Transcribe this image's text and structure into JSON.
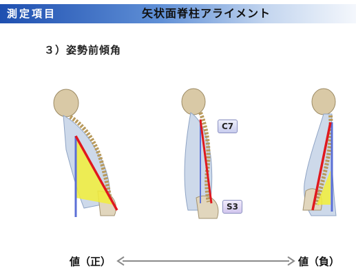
{
  "header": {
    "tag": "測定項目",
    "title": "矢状面脊柱アライメント",
    "colors": {
      "bar_start": "#1e4fb0",
      "bar_end": "#f4f7fc"
    }
  },
  "section": {
    "heading": "３）姿勢前傾角"
  },
  "figures": [
    {
      "name": "forward-tilt-figure",
      "labels": []
    },
    {
      "name": "reference-figure",
      "labels": [
        "C7",
        "S3"
      ]
    },
    {
      "name": "backward-tilt-figure",
      "labels": []
    }
  ],
  "markers": {
    "c7": "C7",
    "s3": "S3"
  },
  "scale": {
    "left": "値（正）",
    "right": "値（負）"
  },
  "colors": {
    "spine_line": "#e0181e",
    "vertical_line": "#5b6fd6",
    "wedge": "#f2ee3a",
    "arrow": "#8a8a8a"
  }
}
